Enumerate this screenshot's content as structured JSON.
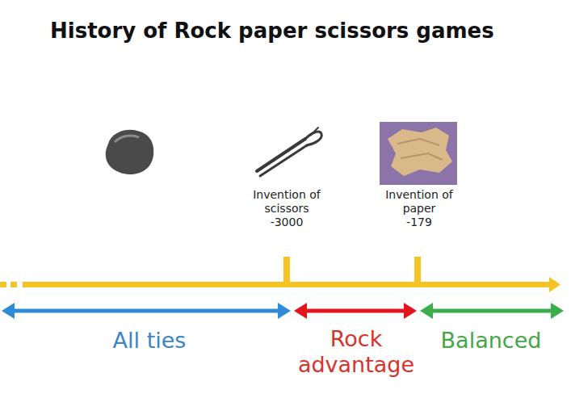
{
  "diagram": {
    "title": "History of Rock paper scissors games",
    "labels": [
      "Invention of scissors",
      "-3000",
      "Invention of paper",
      "-179",
      "All ties",
      "Rock advantage",
      "Balanced"
    ]
  }
}
